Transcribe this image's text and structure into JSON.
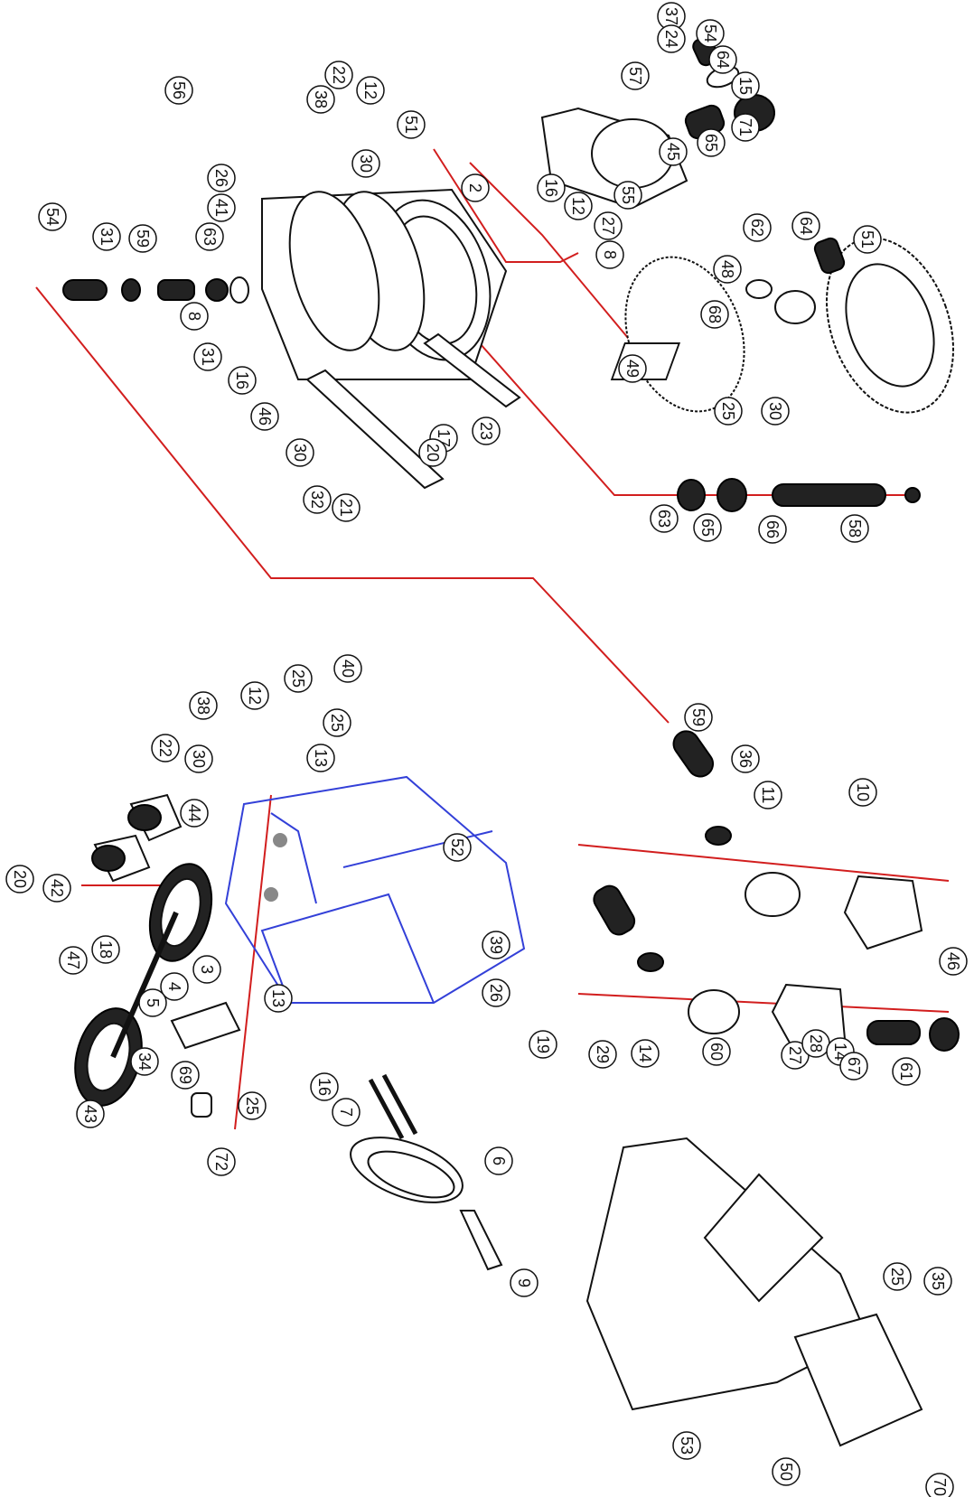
{
  "callouts": [
    "37",
    "24",
    "54",
    "64",
    "15",
    "57",
    "71",
    "65",
    "45",
    "55",
    "56",
    "22",
    "12",
    "38",
    "30",
    "51",
    "26",
    "41",
    "2",
    "16",
    "12",
    "27",
    "62",
    "64",
    "54",
    "31",
    "59",
    "63",
    "48",
    "8",
    "49",
    "68",
    "51",
    "8",
    "31",
    "16",
    "25",
    "30",
    "46",
    "23",
    "17",
    "20",
    "30",
    "32",
    "21",
    "63",
    "65",
    "66",
    "58",
    "25",
    "40",
    "38",
    "12",
    "22",
    "25",
    "13",
    "30",
    "52",
    "44",
    "20",
    "42",
    "18",
    "47",
    "3",
    "4",
    "5",
    "39",
    "26",
    "34",
    "69",
    "13",
    "25",
    "43",
    "72",
    "16",
    "7",
    "6",
    "9",
    "59",
    "36",
    "11",
    "10",
    "46",
    "19",
    "29",
    "14",
    "60",
    "27",
    "28",
    "14",
    "67",
    "61",
    "53",
    "25",
    "35",
    "50",
    "70"
  ],
  "colors": {
    "reference_line": "#d21e1e",
    "frame_highlight": "#3340d8",
    "ink": "#111111"
  }
}
